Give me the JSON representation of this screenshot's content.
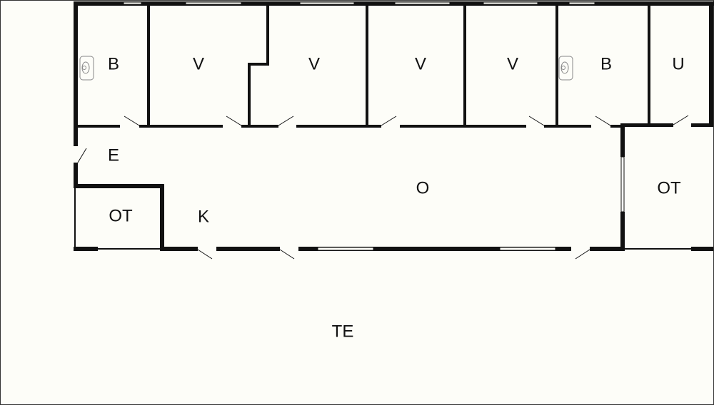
{
  "title": "Floor plan",
  "colors": {
    "wall": "#111111",
    "background": "#fdfdf8"
  },
  "rooms": [
    {
      "id": "b1",
      "label": "B"
    },
    {
      "id": "v1",
      "label": "V"
    },
    {
      "id": "v2",
      "label": "V"
    },
    {
      "id": "v3",
      "label": "V"
    },
    {
      "id": "v4",
      "label": "V"
    },
    {
      "id": "b2",
      "label": "B"
    },
    {
      "id": "u",
      "label": "U"
    },
    {
      "id": "e",
      "label": "E"
    },
    {
      "id": "o",
      "label": "O"
    },
    {
      "id": "ot1",
      "label": "OT"
    },
    {
      "id": "k",
      "label": "K"
    },
    {
      "id": "ot2",
      "label": "OT"
    },
    {
      "id": "te",
      "label": "TE"
    }
  ],
  "fixtures": [
    "toilet-icon",
    "toilet-icon"
  ]
}
